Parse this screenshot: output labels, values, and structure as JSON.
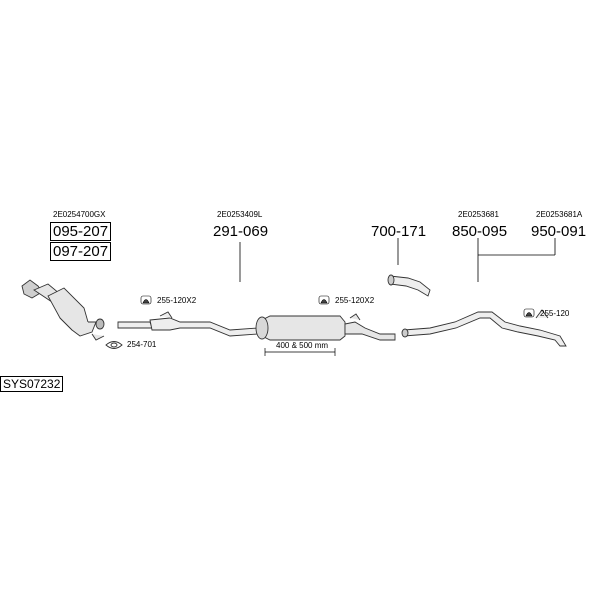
{
  "system_code": "SYS07232",
  "oem_numbers": {
    "front": "2E0254700GX",
    "middle": "2E0253409L",
    "rear": "2E0253681",
    "rear_alt": "2E0253681A"
  },
  "part_numbers": {
    "dpf_a": "095-207",
    "dpf_b": "097-207",
    "middle_silencer": "291-069",
    "tail_pipe": "700-171",
    "rear_pipe": "850-095",
    "rear_pipe_alt": "950-091"
  },
  "accessories": {
    "clamp_front": "255-120X2",
    "clamp_middle": "255-120X2",
    "clamp_rear": "255-120",
    "gasket": "254-701"
  },
  "dimension_label": "400 & 500 mm"
}
